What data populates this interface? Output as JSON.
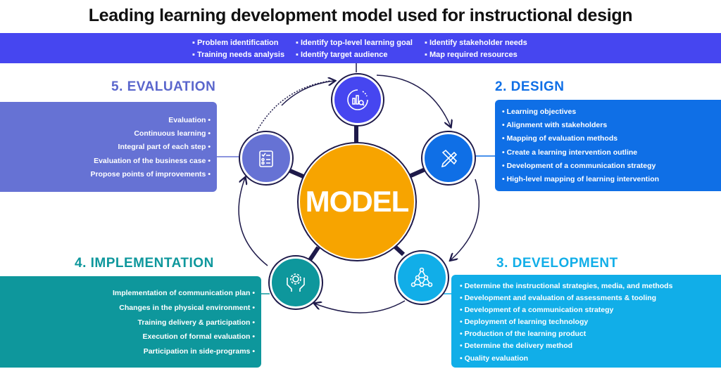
{
  "title": "Leading learning development model used for instructional design",
  "analysis": {
    "items_col1": [
      "Problem identification",
      "Training needs analysis"
    ],
    "items_col2": [
      "Identify top-level learning goal",
      "Identify target audience"
    ],
    "items_col3": [
      "Identify stakeholder needs",
      "Map required resources"
    ],
    "color": "#4646f0"
  },
  "center": {
    "label": "MODEL",
    "color": "#f7a400"
  },
  "design": {
    "heading": "2. DESIGN",
    "items": [
      "Learning objectives",
      "Alignment with stakeholders",
      "Mapping of evaluation methods",
      "Create a learning intervention outline",
      "Development of a communication strategy",
      "High-level mapping of learning intervention"
    ],
    "color": "#0f6fe6"
  },
  "development": {
    "heading": "3. DEVELOPMENT",
    "items": [
      "Determine the instructional strategies, media, and methods",
      "Development and evaluation of assessments & tooling",
      "Development of a communication strategy",
      "Deployment of learning technology",
      "Production of the learning product",
      "Determine the delivery method",
      "Quality evaluation"
    ],
    "color": "#11aee8"
  },
  "implementation": {
    "heading": "4. IMPLEMENTATION",
    "items": [
      "Implementation of communication plan",
      "Changes in the physical environment",
      "Training delivery & participation",
      "Execution of formal evaluation",
      "Participation in side-programs"
    ],
    "color": "#0e979c"
  },
  "evaluation": {
    "heading": "5. EVALUATION",
    "items": [
      "Evaluation",
      "Continuous learning",
      "Integral part of each step",
      "Evaluation of the business case",
      "Propose points of improvements"
    ],
    "color": "#6672d4"
  }
}
